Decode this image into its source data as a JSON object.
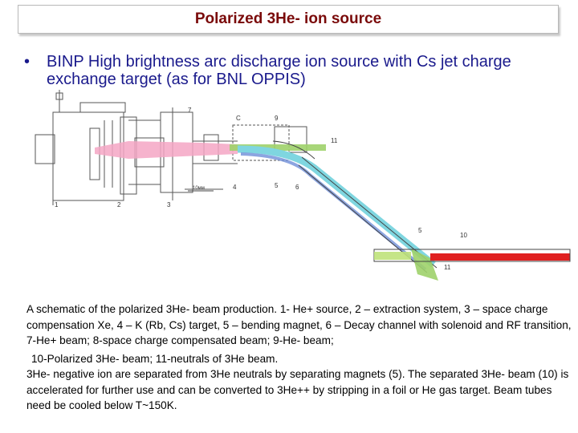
{
  "title": "Polarized 3He- ion source",
  "bullet": {
    "symbol": "•",
    "text": "BINP High brightness arc discharge ion source with Cs jet charge exchange target (as for BNL OPPIS)"
  },
  "diagram": {
    "labels": [
      "7",
      "C",
      "9",
      "11",
      "4",
      "5",
      "6",
      "5",
      "10",
      "11",
      "1",
      "2",
      "3",
      "10мм"
    ],
    "colors": {
      "he_plus_beam": "#f4a6c4",
      "neutral_beam": "#7fd6e0",
      "blue_beam": "#6f8fd8",
      "he_minus_beam": "#d8e34a",
      "he_minus_accel": "#e02020",
      "bending_magnet": "#9fd26a"
    }
  },
  "caption": {
    "para1": "A schematic of the polarized 3He- beam production. 1- He+ source, 2 – extraction system, 3 – space charge compensation Xe, 4 – K (Rb, Cs) target, 5 – bending magnet, 6 – Decay channel with solenoid and RF transition, 7-He+ beam; 8-space charge compensated beam; 9-He- beam;",
    "para2": "10-Polarized 3He- beam; 11-neutrals of 3He beam.",
    "para3": "3He- negative ion are separated from 3He neutrals by separating magnets (5). The separated 3He- beam (10) is accelerated for further use and can be converted to 3He++ by stripping in a foil or He gas target. Beam tubes need be cooled below T~150K."
  }
}
